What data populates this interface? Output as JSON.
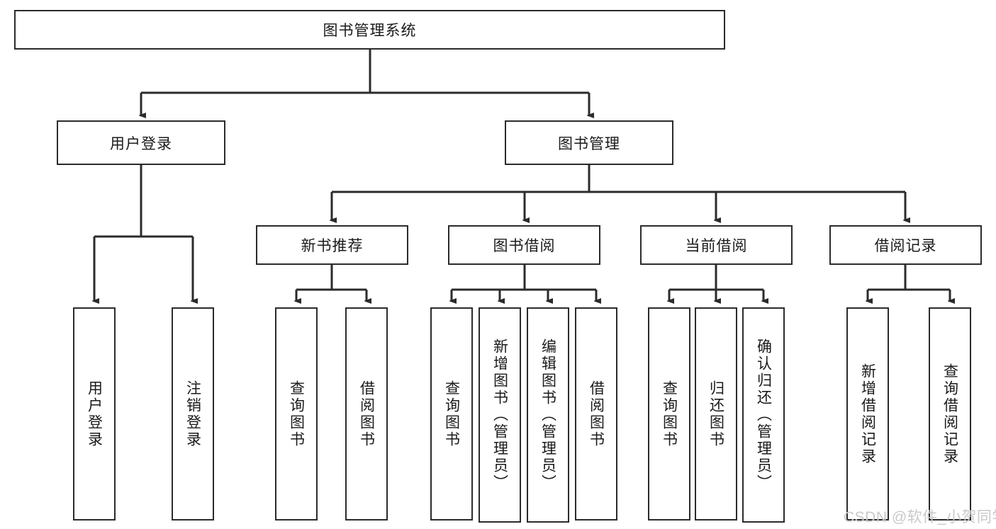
{
  "diagram": {
    "title": "图书管理系统",
    "type": "functional-hierarchy-tree",
    "colors": {
      "stroke": "#2b2b2b",
      "fill": "#ffffff",
      "text": "#1a1a1a",
      "watermark": "#c9c9c9"
    },
    "root": {
      "label": "图书管理系统"
    },
    "level2": [
      {
        "label": "用户登录"
      },
      {
        "label": "图书管理"
      }
    ],
    "level3": [
      {
        "label": "新书推荐"
      },
      {
        "label": "图书借阅"
      },
      {
        "label": "当前借阅"
      },
      {
        "label": "借阅记录"
      }
    ],
    "leaves": {
      "user_login": [
        {
          "label": "用户登录"
        },
        {
          "label": "注销登录"
        }
      ],
      "new_book_recommend": [
        {
          "label": "查询图书"
        },
        {
          "label": "借阅图书"
        }
      ],
      "book_borrow": [
        {
          "label": "查询图书"
        },
        {
          "label": "新增图书（管理员）"
        },
        {
          "label": "编辑图书（管理员）"
        },
        {
          "label": "借阅图书"
        }
      ],
      "current_borrow": [
        {
          "label": "查询图书"
        },
        {
          "label": "归还图书"
        },
        {
          "label": "确认归还（管理员）"
        }
      ],
      "borrow_record": [
        {
          "label": "新增借阅记录"
        },
        {
          "label": "查询借阅记录"
        }
      ]
    },
    "watermark": "CSDN @软件_小贺同学"
  }
}
